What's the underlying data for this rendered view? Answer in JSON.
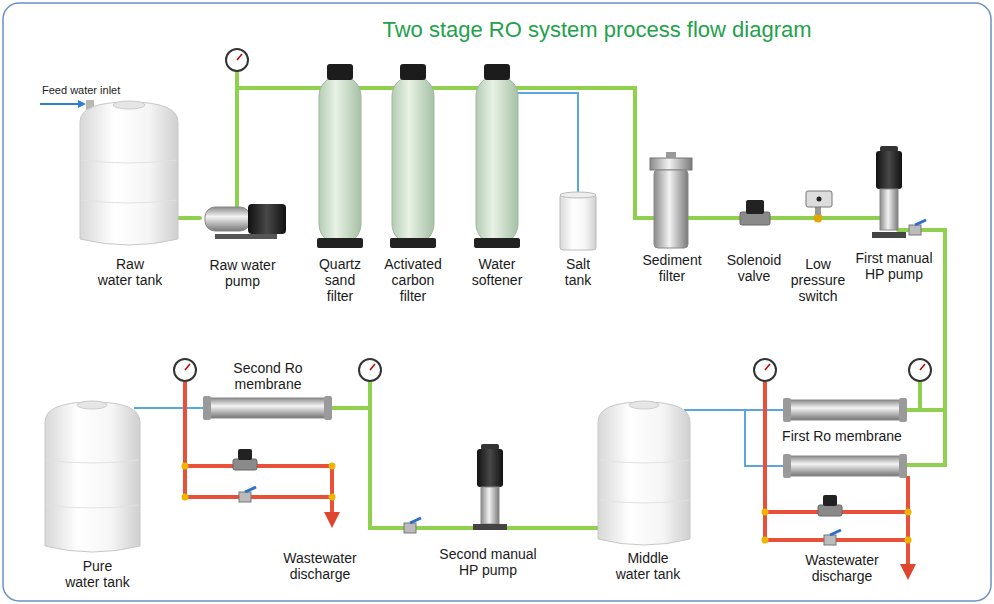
{
  "diagram": {
    "title": "Two stage RO system process flow diagram",
    "nodes": [
      {
        "text": [
          "Raw water tank"
        ]
      },
      {
        "text": [
          "Raw water pump"
        ]
      },
      {
        "text": [
          "Quartz sand filter"
        ]
      },
      {
        "text": [
          "Activated carbon filter"
        ]
      },
      {
        "text": [
          "Water softener"
        ]
      },
      {
        "text": [
          "Salt tank"
        ]
      },
      {
        "text": [
          "Sediment filter"
        ]
      },
      {
        "text": [
          "Solenoid valve"
        ]
      },
      {
        "text": [
          "Low pressure switch"
        ]
      },
      {
        "text": [
          "First manual HP pump"
        ]
      },
      {
        "text": [
          "First Ro membrane"
        ]
      },
      {
        "text": [
          "Middle water tank"
        ]
      },
      {
        "text": [
          "Second manual HP pump"
        ]
      },
      {
        "text": [
          "Second Ro membrane"
        ]
      },
      {
        "text": [
          "Pure water tank"
        ]
      }
    ],
    "edges": [
      {
        "from": 0,
        "to": 1,
        "arrow": "none"
      },
      {
        "from": 1,
        "to": 2,
        "arrow": "none"
      },
      {
        "from": 2,
        "to": 3,
        "arrow": "none"
      },
      {
        "from": 3,
        "to": 4,
        "arrow": "none"
      },
      {
        "from": 4,
        "to": 5,
        "arrow": "none"
      },
      {
        "from": 4,
        "to": 6,
        "arrow": "none"
      },
      {
        "from": 6,
        "to": 7,
        "arrow": "none"
      },
      {
        "from": 7,
        "to": 8,
        "arrow": "none"
      },
      {
        "from": 8,
        "to": 9,
        "arrow": "none"
      },
      {
        "from": 9,
        "to": 10,
        "arrow": "none"
      },
      {
        "from": 10,
        "to": 11,
        "arrow": "none"
      },
      {
        "from": 11,
        "to": 12,
        "arrow": "none"
      },
      {
        "from": 12,
        "to": 13,
        "arrow": "none"
      },
      {
        "from": 13,
        "to": 14,
        "arrow": "none"
      }
    ],
    "labels": [
      "Feed water inlet",
      "Wastewater discharge",
      "Wastewater discharge"
    ]
  }
}
